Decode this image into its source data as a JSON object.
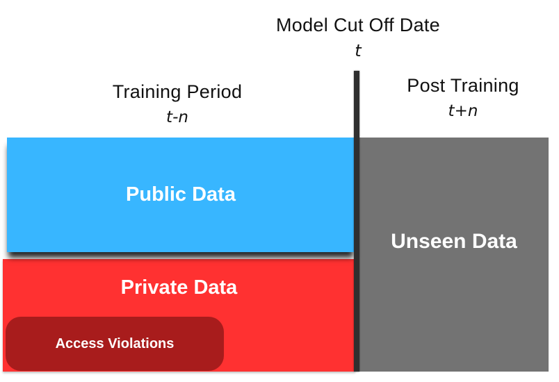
{
  "title": {
    "text": "Model Cut Off Date",
    "symbol": "t"
  },
  "periods": {
    "training": {
      "label": "Training Period",
      "symbol": "t-n"
    },
    "post": {
      "label": "Post Training",
      "symbol": "t+n"
    }
  },
  "boxes": {
    "public": {
      "label": "Public Data",
      "color": "#38B6FF",
      "text_color": "#FFFFFF"
    },
    "private": {
      "label": "Private Data",
      "color": "#FF3131",
      "text_color": "#FFFFFF"
    },
    "violations": {
      "label": "Access Violations",
      "color": "#A81C1C",
      "text_color": "#FFFFFF"
    },
    "unseen": {
      "label": "Unseen Data",
      "color": "#737373",
      "text_color": "#FFFFFF"
    }
  },
  "cutoff_line": {
    "color": "#2F2F2F"
  },
  "background_color": "#FFFFFF"
}
